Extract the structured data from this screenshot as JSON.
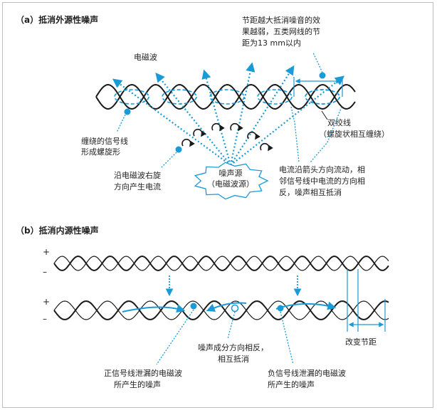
{
  "section_a": {
    "title": "（a）抵消外源性噪声",
    "em_wave": "电磁波",
    "pitch_note": [
      "节距越大抵消噪音的效",
      "果越弱，五类网线的节",
      "距为13 mm以内"
    ],
    "twisted_pair": [
      "双绞线",
      "（螺旋状相互缠绕）"
    ],
    "spiral_signal": [
      "缠绕的信号线",
      "形成螺旋形"
    ],
    "right_hand_current": [
      "沿电磁波右旋",
      "方向产生电流"
    ],
    "noise_source": [
      "噪声源",
      "（电磁波源）"
    ],
    "current_direction": [
      "电流沿箭头方向流动，相",
      "邻信号线中电流的方向相",
      "反，噪声相互抵消"
    ]
  },
  "section_b": {
    "title": "（b）抵消内源性噪声",
    "plus": "+",
    "minus": "–",
    "change_pitch": "改变节距",
    "opposite_cancel": [
      "噪声成分方向相反，",
      "相互抵消"
    ],
    "positive_leak": [
      "正信号线泄漏的电磁波",
      "所产生的噪声"
    ],
    "negative_leak": [
      "负信号线泄漏的电磁波",
      "所产生的噪声"
    ]
  },
  "colors": {
    "accent": "#1a9bd7",
    "wire": "#1a1a1a",
    "text": "#222222",
    "border": "#bdbdbd"
  }
}
